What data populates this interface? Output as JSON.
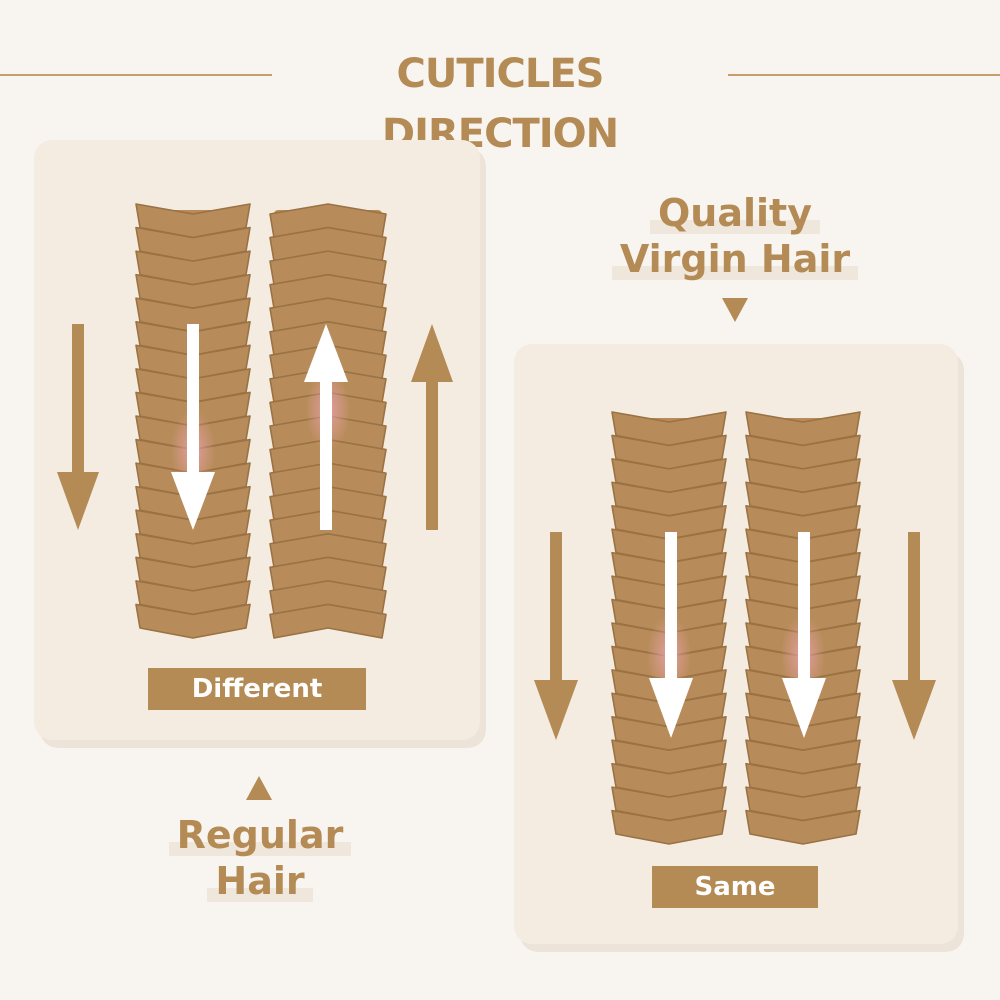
{
  "title": "CUTICLES DIRECTION",
  "left_card": {
    "badge": "Different"
  },
  "right_card": {
    "badge": "Same"
  },
  "labels": {
    "quality_line1": "Quality",
    "quality_line2": "Virgin Hair",
    "regular_line1": "Regular",
    "regular_line2": "Hair"
  },
  "colors": {
    "accent": "#b48a55",
    "strand": "#b88c5a",
    "strand_edge": "#9a7243",
    "background": "#f8f5f0",
    "card": "#f5ece1"
  }
}
